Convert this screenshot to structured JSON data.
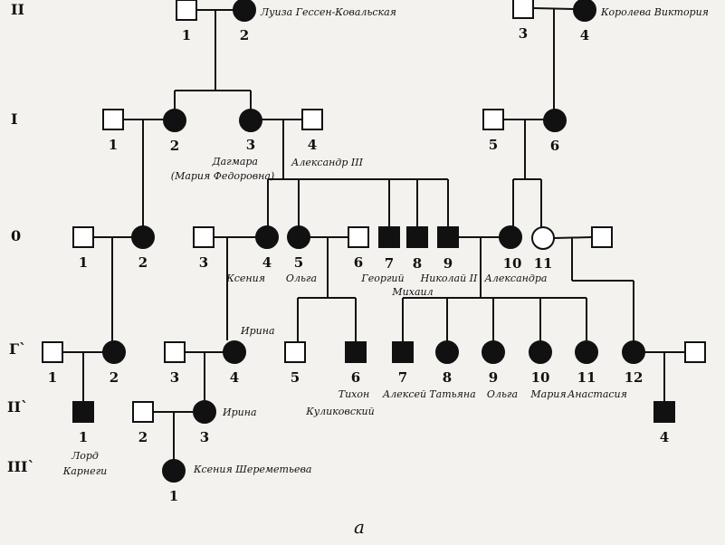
{
  "caption": "а",
  "generations": [
    {
      "id": "gen-ii",
      "label": "II"
    },
    {
      "id": "gen-i",
      "label": "I"
    },
    {
      "id": "gen-0",
      "label": "0"
    },
    {
      "id": "gen-g1",
      "label": "Г`"
    },
    {
      "id": "gen-g2",
      "label": "II`"
    },
    {
      "id": "gen-g3",
      "label": "III`"
    }
  ],
  "individuals": [
    {
      "id": "II-1",
      "sex": "male",
      "affected": false,
      "number": "1",
      "name": ""
    },
    {
      "id": "II-2",
      "sex": "female",
      "affected": true,
      "number": "2",
      "name": "Луиза Гессен-Ковальская"
    },
    {
      "id": "II-3",
      "sex": "male",
      "affected": false,
      "number": "3",
      "name": ""
    },
    {
      "id": "II-4",
      "sex": "female",
      "affected": true,
      "number": "4",
      "name": "Королева Виктория"
    },
    {
      "id": "I-1",
      "sex": "male",
      "affected": false,
      "number": "1",
      "name": ""
    },
    {
      "id": "I-2",
      "sex": "female",
      "affected": true,
      "number": "2",
      "name": ""
    },
    {
      "id": "I-3",
      "sex": "female",
      "affected": true,
      "number": "3",
      "name": "Дагмара (Мария Федоровна)"
    },
    {
      "id": "I-4",
      "sex": "male",
      "affected": false,
      "number": "4",
      "name": "Александр III"
    },
    {
      "id": "I-5",
      "sex": "male",
      "affected": false,
      "number": "5",
      "name": ""
    },
    {
      "id": "I-6",
      "sex": "female",
      "affected": true,
      "number": "6",
      "name": ""
    },
    {
      "id": "0-1",
      "sex": "male",
      "affected": false,
      "number": "1",
      "name": ""
    },
    {
      "id": "0-2",
      "sex": "female",
      "affected": true,
      "number": "2",
      "name": ""
    },
    {
      "id": "0-3",
      "sex": "male",
      "affected": false,
      "number": "3",
      "name": ""
    },
    {
      "id": "0-4",
      "sex": "female",
      "affected": true,
      "number": "4",
      "name": "Ксения"
    },
    {
      "id": "0-5",
      "sex": "female",
      "affected": true,
      "number": "5",
      "name": "Ольга"
    },
    {
      "id": "0-6",
      "sex": "male",
      "affected": false,
      "number": "6",
      "name": ""
    },
    {
      "id": "0-7",
      "sex": "male",
      "affected": true,
      "number": "7",
      "name": "Георгий"
    },
    {
      "id": "0-8",
      "sex": "male",
      "affected": true,
      "number": "8",
      "name": "Михаил"
    },
    {
      "id": "0-9",
      "sex": "male",
      "affected": true,
      "number": "9",
      "name": "Николай II"
    },
    {
      "id": "0-10",
      "sex": "female",
      "affected": true,
      "number": "10",
      "name": "Александра"
    },
    {
      "id": "0-11",
      "sex": "female",
      "affected": false,
      "number": "11",
      "name": ""
    },
    {
      "id": "0-12",
      "sex": "male",
      "affected": false,
      "number": "",
      "name": ""
    },
    {
      "id": "G1-1",
      "sex": "male",
      "affected": false,
      "number": "1",
      "name": ""
    },
    {
      "id": "G1-2",
      "sex": "female",
      "affected": true,
      "number": "2",
      "name": ""
    },
    {
      "id": "G1-3",
      "sex": "male",
      "affected": false,
      "number": "3",
      "name": ""
    },
    {
      "id": "G1-4",
      "sex": "female",
      "affected": true,
      "number": "4",
      "name": "Ирина"
    },
    {
      "id": "G1-5",
      "sex": "male",
      "affected": false,
      "number": "5",
      "name": ""
    },
    {
      "id": "G1-6",
      "sex": "male",
      "affected": true,
      "number": "6",
      "name": "Тихон Куликовский"
    },
    {
      "id": "G1-7",
      "sex": "male",
      "affected": true,
      "number": "7",
      "name": "Алексей"
    },
    {
      "id": "G1-8",
      "sex": "female",
      "affected": true,
      "number": "8",
      "name": "Татьяна"
    },
    {
      "id": "G1-9",
      "sex": "female",
      "affected": true,
      "number": "9",
      "name": "Ольга"
    },
    {
      "id": "G1-10",
      "sex": "female",
      "affected": true,
      "number": "10",
      "name": "Мария"
    },
    {
      "id": "G1-11",
      "sex": "female",
      "affected": true,
      "number": "11",
      "name": "Анастасия"
    },
    {
      "id": "G1-12",
      "sex": "female",
      "affected": true,
      "number": "12",
      "name": ""
    },
    {
      "id": "G1-13",
      "sex": "male",
      "affected": false,
      "number": "",
      "name": ""
    },
    {
      "id": "G2-1",
      "sex": "male",
      "affected": true,
      "number": "1",
      "name": "Лорд Карнеги"
    },
    {
      "id": "G2-2",
      "sex": "male",
      "affected": false,
      "number": "2",
      "name": ""
    },
    {
      "id": "G2-3",
      "sex": "female",
      "affected": true,
      "number": "3",
      "name": "Ирина"
    },
    {
      "id": "G2-4",
      "sex": "male",
      "affected": true,
      "number": "4",
      "name": ""
    },
    {
      "id": "G3-1",
      "sex": "female",
      "affected": true,
      "number": "1",
      "name": "Ксения Шереметьева"
    }
  ]
}
